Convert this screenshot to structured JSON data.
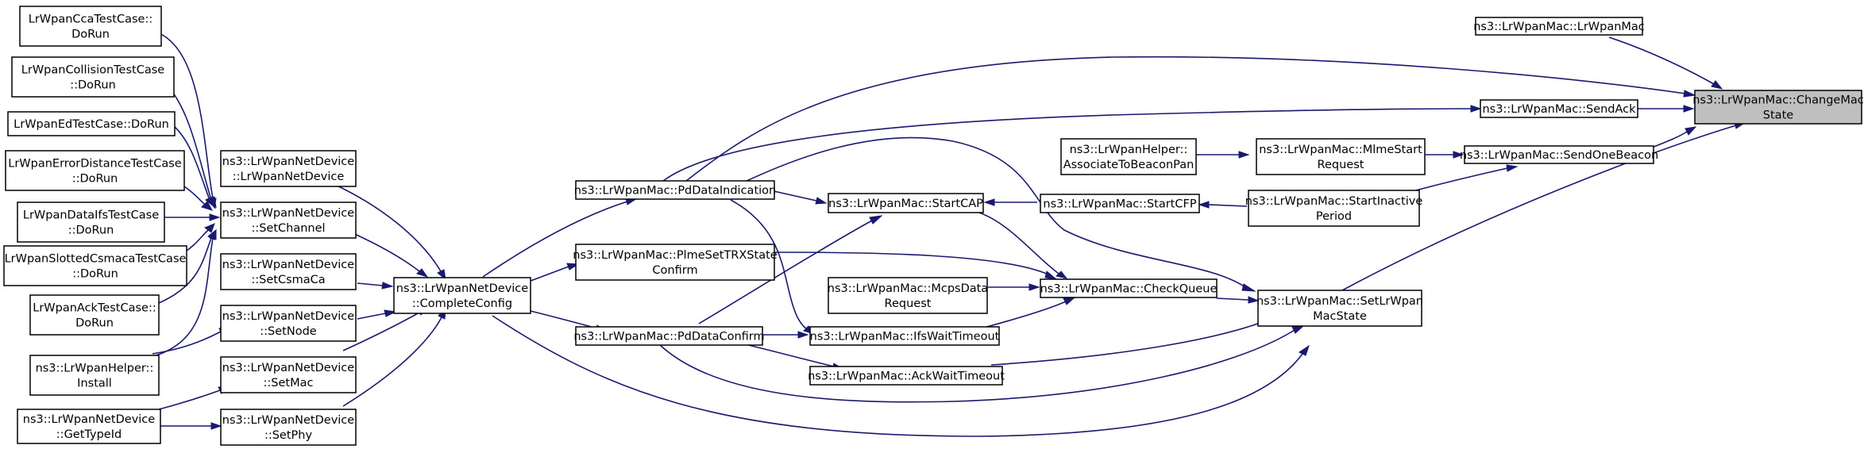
{
  "graph": {
    "nodes": {
      "cca": [
        "LrWpanCcaTestCase::",
        "DoRun"
      ],
      "collision": [
        "LrWpanCollisionTestCase",
        "::DoRun"
      ],
      "ed": [
        "LrWpanEdTestCase::DoRun"
      ],
      "errdist": [
        "LrWpanErrorDistanceTestCase",
        "::DoRun"
      ],
      "dataifs": [
        "LrWpanDataIfsTestCase",
        "::DoRun"
      ],
      "slotted": [
        "LrWpanSlottedCsmacaTestCase",
        "::DoRun"
      ],
      "ack": [
        "LrWpanAckTestCase::",
        "DoRun"
      ],
      "helperinstall": [
        "ns3::LrWpanHelper::",
        "Install"
      ],
      "gettypeid": [
        "ns3::LrWpanNetDevice",
        "::GetTypeId"
      ],
      "netdevctor": [
        "ns3::LrWpanNetDevice",
        "::LrWpanNetDevice"
      ],
      "setchannel": [
        "ns3::LrWpanNetDevice",
        "::SetChannel"
      ],
      "setcsmaca": [
        "ns3::LrWpanNetDevice",
        "::SetCsmaCa"
      ],
      "setnode": [
        "ns3::LrWpanNetDevice",
        "::SetNode"
      ],
      "setmac": [
        "ns3::LrWpanNetDevice",
        "::SetMac"
      ],
      "setphy": [
        "ns3::LrWpanNetDevice",
        "::SetPhy"
      ],
      "completeconfig": [
        "ns3::LrWpanNetDevice",
        "::CompleteConfig"
      ],
      "pddataind": [
        "ns3::LrWpanMac::PdDataIndication"
      ],
      "plmesettrx": [
        "ns3::LrWpanMac::PlmeSetTRXState",
        "Confirm"
      ],
      "pddataconfirm": [
        "ns3::LrWpanMac::PdDataConfirm"
      ],
      "startcap": [
        "ns3::LrWpanMac::StartCAP"
      ],
      "mcpsdata": [
        "ns3::LrWpanMac::McpsData",
        "Request"
      ],
      "ifswait": [
        "ns3::LrWpanMac::IfsWaitTimeout"
      ],
      "ackwait": [
        "ns3::LrWpanMac::AckWaitTimeout"
      ],
      "associate": [
        "ns3::LrWpanHelper::",
        "AssociateToBeaconPan"
      ],
      "startcfp": [
        "ns3::LrWpanMac::StartCFP"
      ],
      "checkqueue": [
        "ns3::LrWpanMac::CheckQueue"
      ],
      "mlmestart": [
        "ns3::LrWpanMac::MlmeStart",
        "Request"
      ],
      "startinactive": [
        "ns3::LrWpanMac::StartInactive",
        "Period"
      ],
      "setlrwpanmacstate": [
        "ns3::LrWpanMac::SetLrWpan",
        "MacState"
      ],
      "sendack": [
        "ns3::LrWpanMac::SendAck"
      ],
      "sendonebeacon": [
        "ns3::LrWpanMac::SendOneBeacon"
      ],
      "lrwpanmac": [
        "ns3::LrWpanMac::LrWpanMac"
      ],
      "changemacstate": [
        "ns3::LrWpanMac::ChangeMac",
        "State"
      ]
    }
  }
}
